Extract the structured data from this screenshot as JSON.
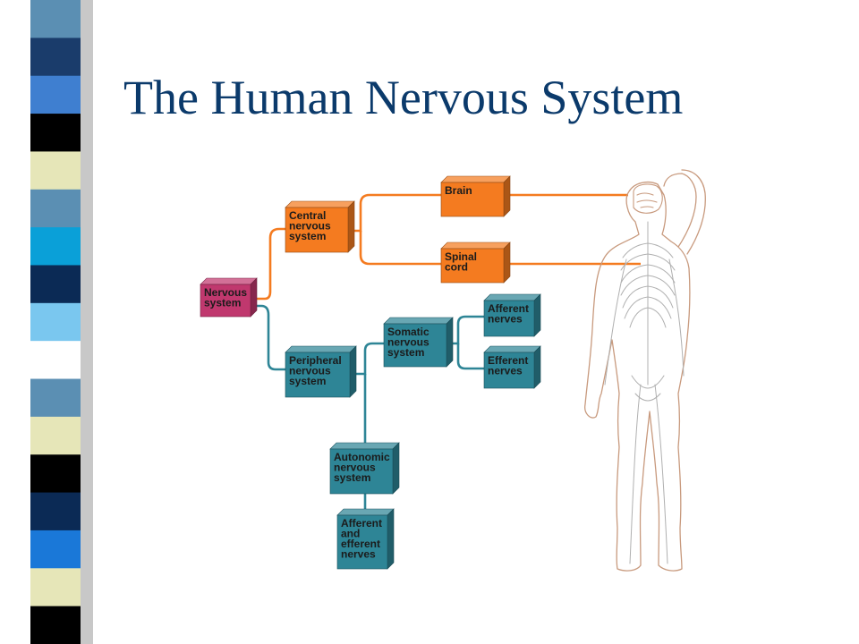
{
  "slide": {
    "title": "The Human Nervous System"
  },
  "colors": {
    "title": "#0b3a6b",
    "cns": "#f47b20",
    "pns": "#2e8596",
    "root": "#c0386e",
    "body_outline": "#c89a7e",
    "nerve": "#b0b0b0",
    "stripe": [
      "#5b8fb3",
      "#1a3c6b",
      "#3f7fd0",
      "#000000",
      "#e6e6b8",
      "#5b8fb3",
      "#0aa0d8",
      "#0b2a55",
      "#7ac7ef",
      "#ffffff",
      "#5b8fb3",
      "#e6e6b8",
      "#000000",
      "#0b2a55",
      "#1a78d8",
      "#e6e6b8",
      "#000000"
    ]
  },
  "diagram": {
    "nervous_system": [
      "Nervous",
      "system"
    ],
    "central": [
      "Central",
      "nervous",
      "system"
    ],
    "brain": [
      "Brain"
    ],
    "spinal_cord": [
      "Spinal",
      "cord"
    ],
    "peripheral": [
      "Peripheral",
      "nervous",
      "system"
    ],
    "somatic": [
      "Somatic",
      "nervous",
      "system"
    ],
    "afferent": [
      "Afferent",
      "nerves"
    ],
    "efferent": [
      "Efferent",
      "nerves"
    ],
    "autonomic": [
      "Autonomic",
      "nervous",
      "system"
    ],
    "afferent_efferent": [
      "Afferent",
      "and",
      "efferent",
      "nerves"
    ]
  }
}
